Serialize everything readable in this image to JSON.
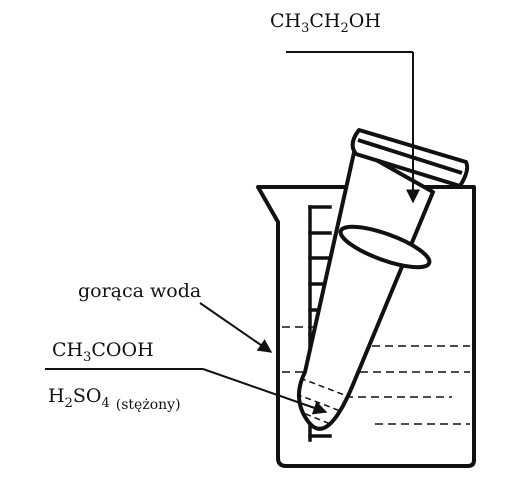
{
  "labels": {
    "ethanol": {
      "p1": "CH",
      "s1": "3",
      "p2": "CH",
      "s2": "2",
      "p3": "OH"
    },
    "hot_water": "gorąca woda",
    "acetic_acid": {
      "p1": "CH",
      "s1": "3",
      "p2": "COOH"
    },
    "sulfuric_acid": {
      "p1": "H",
      "s1": "2",
      "p2": "SO",
      "s2": "4",
      "note": "(stężony)"
    }
  },
  "colors": {
    "stroke": "#111111",
    "background": "#ffffff"
  },
  "icons": [
    "beaker-icon",
    "test-tube-icon"
  ]
}
